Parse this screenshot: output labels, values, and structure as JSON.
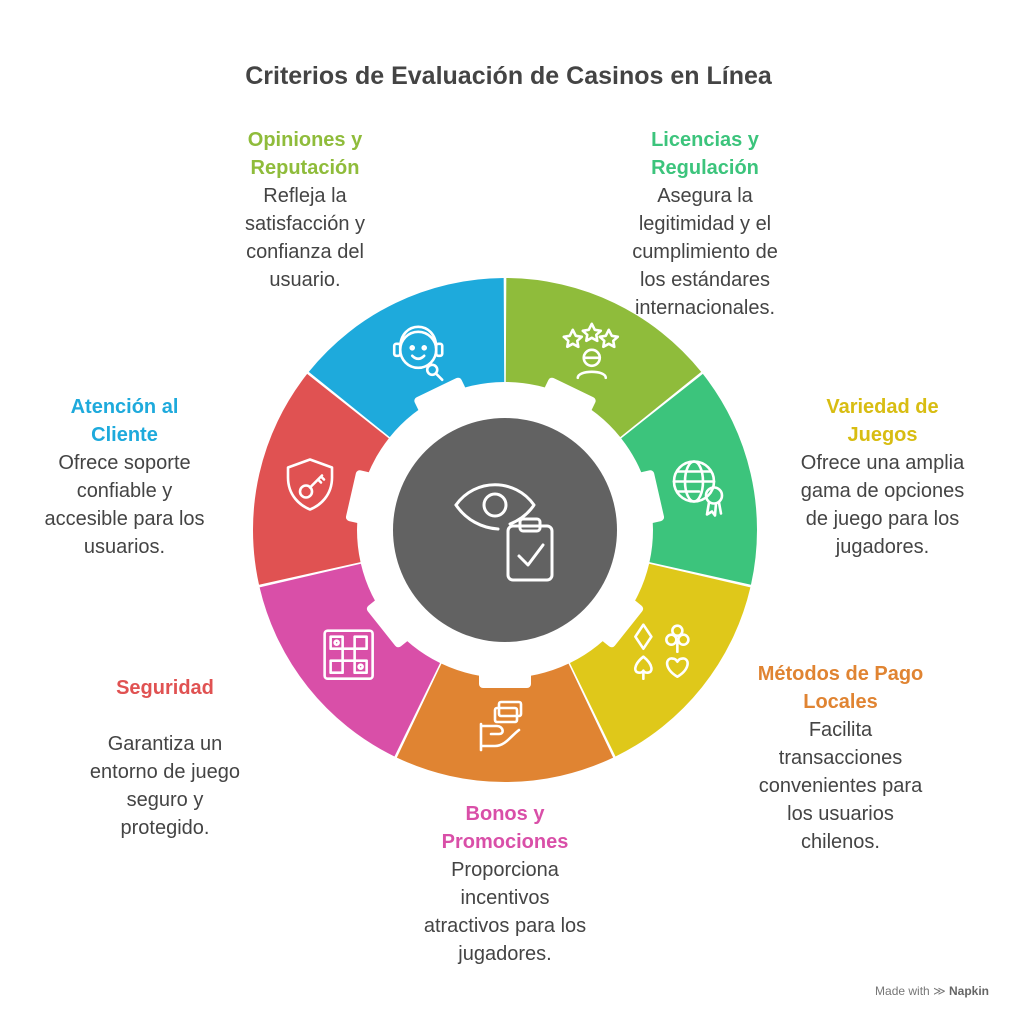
{
  "title": "Criterios de Evaluación de Casinos en Línea",
  "segments": [
    {
      "key": "opiniones",
      "heading": [
        "Opiniones y",
        "Reputación"
      ],
      "desc": [
        "Refleja la",
        "satisfacción y",
        "confianza del",
        "usuario."
      ],
      "color": "#8fbc3b",
      "icon": "stars-user-icon"
    },
    {
      "key": "licencias",
      "heading": [
        "Licencias y",
        "Regulación"
      ],
      "desc": [
        "Asegura la",
        "legitimidad y el",
        "cumplimiento de",
        "los estándares",
        "internacionales."
      ],
      "color": "#3cc47c",
      "icon": "globe-certificate-icon"
    },
    {
      "key": "variedad",
      "heading": [
        "Variedad de",
        "Juegos"
      ],
      "desc": [
        "Ofrece una amplia",
        "gama de opciones",
        "de juego para los",
        "jugadores."
      ],
      "color": "#dfc81a",
      "icon": "card-suits-icon"
    },
    {
      "key": "metodos",
      "heading": [
        "Métodos de Pago",
        "Locales"
      ],
      "desc": [
        "Facilita",
        "transacciones",
        "convenientes para",
        "los usuarios",
        "chilenos."
      ],
      "color": "#e08432",
      "icon": "hand-money-icon"
    },
    {
      "key": "bonos",
      "heading": [
        "Bonos y",
        "Promociones"
      ],
      "desc": [
        "Proporciona",
        "incentivos",
        "atractivos para los",
        "jugadores."
      ],
      "color": "#d94fa8",
      "icon": "board-game-icon"
    },
    {
      "key": "seguridad",
      "heading": [
        "Seguridad"
      ],
      "desc": [
        "Garantiza un",
        "entorno de juego",
        "seguro y",
        "protegido."
      ],
      "color": "#e05252",
      "icon": "shield-key-icon"
    },
    {
      "key": "atencion",
      "heading": [
        "Atención al",
        "Cliente"
      ],
      "desc": [
        "Ofrece soporte",
        "confiable y",
        "accesible para los",
        "usuarios."
      ],
      "color": "#1eaadc",
      "icon": "support-headset-icon"
    }
  ],
  "center": {
    "color": "#626262",
    "icon": "eye-clipboard-check-icon"
  },
  "footer": {
    "made_with": "Made with",
    "brand": "Napkin"
  }
}
